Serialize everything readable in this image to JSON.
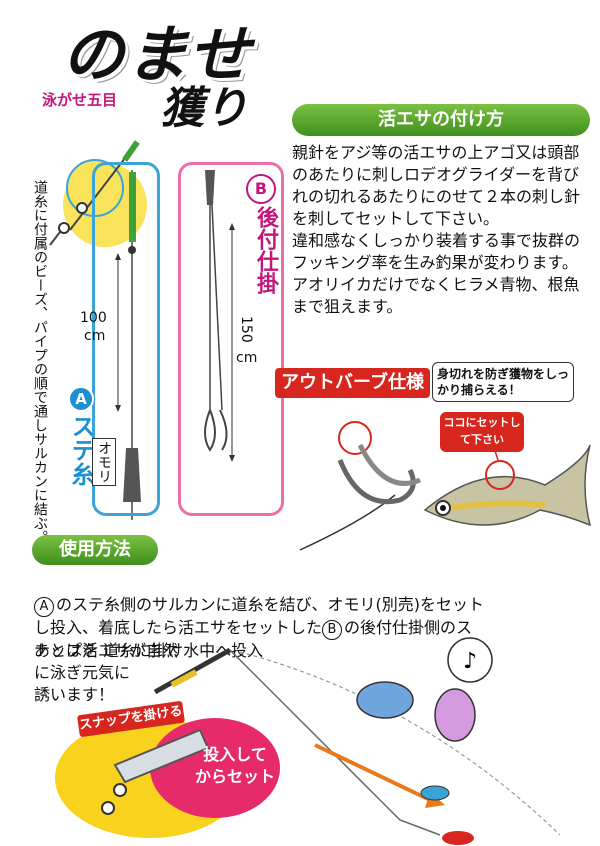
{
  "title": {
    "main": "のませ",
    "sub": "泳がせ五目",
    "kanji": "獲り"
  },
  "rig_a": {
    "circle": "A",
    "label": "ステ糸",
    "length": "100",
    "unit": "cm",
    "sinker": "オモリ"
  },
  "rig_b": {
    "circle": "B",
    "label": "後付仕掛",
    "length": "150",
    "unit": "cm"
  },
  "note_vertical": "道糸に付属のビーズ、パイプの順で通しサルカンに結ぶ。",
  "live_bait": {
    "heading": "活エサの付け方",
    "body": "親針をアジ等の活エサの上アゴ又は頭部のあたりに刺しロデオグライダーを背びれの切れるあたりにのせて２本の刺し針を刺してセットして下さい。\n違和感なくしっかり装着する事で抜群のフッキング率を生み釣果が変わります。アオリイカだけでなくヒラメ青物、根魚まで狙えます。"
  },
  "outbarb": {
    "label": "アウトバーブ仕様",
    "desc": "身切れを防ぎ獲物をしっかり捕らえる！"
  },
  "callout": "ココにセットして下さい",
  "usage": {
    "heading": "使用方法",
    "circle_a": "A",
    "part1": "のステ糸側のサルカンに道糸を結び、オモリ(別売)をセットし投入、着底したら活エサをセットした",
    "circle_b": "B",
    "part2": "の後付仕掛側のスナップを 道糸に掛け水中へ投入",
    "part3": "あとは活エサが自然\nに泳ぎ元気に\n誘います！"
  },
  "snap_label": "スナップを掛ける",
  "toss_label": "投入して\nからセット",
  "colors": {
    "green": "#4ea32a",
    "red": "#d7261e",
    "blue": "#3aa3d7",
    "pink": "#ec6fa8",
    "yellow": "#f8d21c"
  }
}
